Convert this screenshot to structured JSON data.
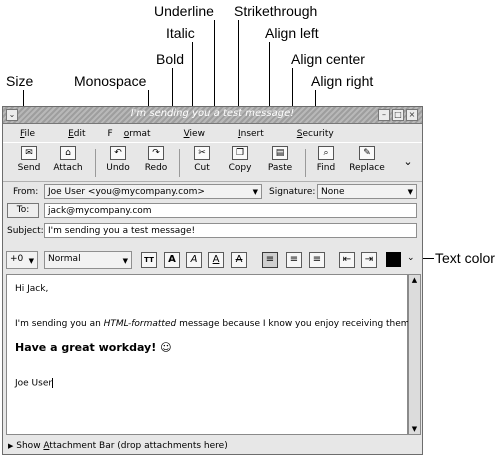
{
  "callouts": {
    "size": "Size",
    "monospace": "Monospace",
    "bold": "Bold",
    "italic": "Italic",
    "underline": "Underline",
    "strikethrough": "Strikethrough",
    "align_left": "Align left",
    "align_center": "Align center",
    "align_right": "Align right",
    "text_color": "Text color"
  },
  "window": {
    "title": "I'm sending you a test message!"
  },
  "menu": [
    {
      "pre": "",
      "u": "F",
      "post": "ile"
    },
    {
      "pre": "",
      "u": "E",
      "post": "dit"
    },
    {
      "pre": "F",
      "u": "o",
      "post": "rmat"
    },
    {
      "pre": "",
      "u": "V",
      "post": "iew"
    },
    {
      "pre": "",
      "u": "I",
      "post": "nsert"
    },
    {
      "pre": "",
      "u": "S",
      "post": "ecurity"
    }
  ],
  "toolbar": {
    "send": "Send",
    "attach": "Attach",
    "undo": "Undo",
    "redo": "Redo",
    "cut": "Cut",
    "copy": "Copy",
    "paste": "Paste",
    "find": "Find",
    "replace": "Replace",
    "more": "⌄"
  },
  "headers": {
    "from_label": "From:",
    "from_value": "Joe User <you@mycompany.com>",
    "signature_label": "Signature:",
    "signature_value": "None",
    "to_button": "To:",
    "to_value": "jack@mycompany.com",
    "subject_label": "Subject:",
    "subject_value": "I'm sending you a test message!"
  },
  "format": {
    "size_value": "+0",
    "style_value": "Normal",
    "mono_glyph": "TT",
    "bold_glyph": "A",
    "italic_glyph": "A",
    "underline_glyph": "A",
    "strike_glyph": "A",
    "color": "#000000"
  },
  "message": {
    "greeting": "Hi Jack,",
    "line_pre": "I'm sending you an ",
    "line_em": "HTML-formatted",
    "line_post": " message because I know you enjoy receiving them!",
    "bold_line": "Have a great workday!",
    "smiley": "☺",
    "signoff": "Joe User"
  },
  "attachment_bar": {
    "pre": "Show ",
    "u": "A",
    "post": "ttachment Bar (drop attachments here)"
  }
}
